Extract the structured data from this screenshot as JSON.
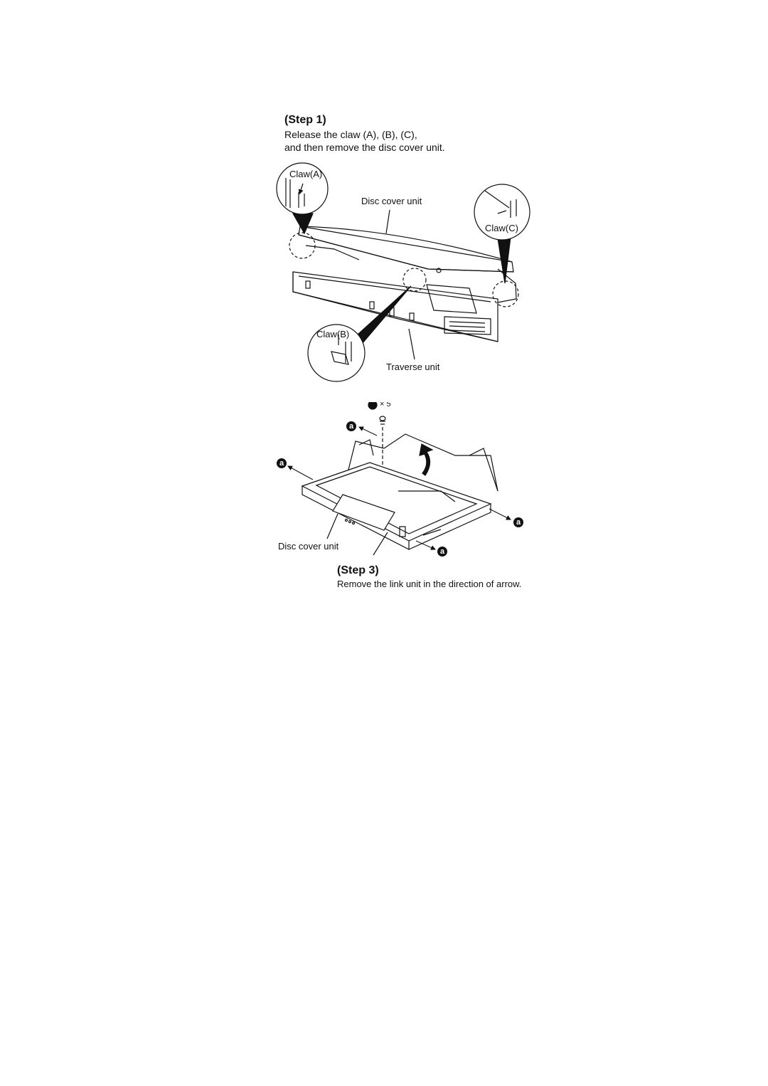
{
  "step1": {
    "heading": "(Step 1)",
    "lines": [
      "Release the claw (A), (B), (C),",
      "and then remove the disc cover unit."
    ]
  },
  "figure1": {
    "claw_a": "Claw(A)",
    "claw_b": "Claw(B)",
    "claw_c": "Claw(C)",
    "disc_cover_unit": "Disc cover unit",
    "traverse_unit": "Traverse unit"
  },
  "figure2": {
    "screw_marker": "a",
    "screw_count": "× 5",
    "disc_cover_unit": "Disc cover unit"
  },
  "step3": {
    "heading": "(Step 3)",
    "line": "Remove the link unit in the direction of arrow."
  }
}
